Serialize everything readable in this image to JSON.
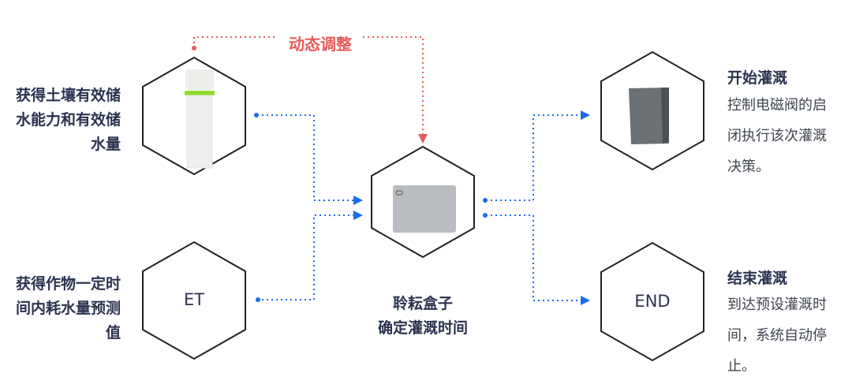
{
  "adjust_label": "动态调整",
  "left_nodes": [
    {
      "lines": [
        "获得土壤有效储",
        "水能力和有效储",
        "水量"
      ],
      "icon": "soil-sensor-image"
    },
    {
      "lines": [
        "获得作物一定时",
        "间内耗水量预测",
        "值"
      ],
      "hex_text": "ET"
    }
  ],
  "center_node": {
    "lines": [
      "聆耘盒子",
      "确定灌溉时间"
    ],
    "icon": "controller-box-image"
  },
  "right_nodes": [
    {
      "title": "开始灌溉",
      "lines": [
        "控制电磁阀的启",
        "闭执行该次灌溉",
        "决策。"
      ],
      "icon": "valve-image"
    },
    {
      "title": "结束灌溉",
      "lines": [
        "到达预设灌溉时",
        "间，系统自动停",
        "止。"
      ],
      "hex_text": "END"
    }
  ],
  "colors": {
    "blue_line": "#1a6cf0",
    "red_line": "#e85a5a",
    "text": "#2b3350",
    "hex_stroke": "#222222"
  }
}
